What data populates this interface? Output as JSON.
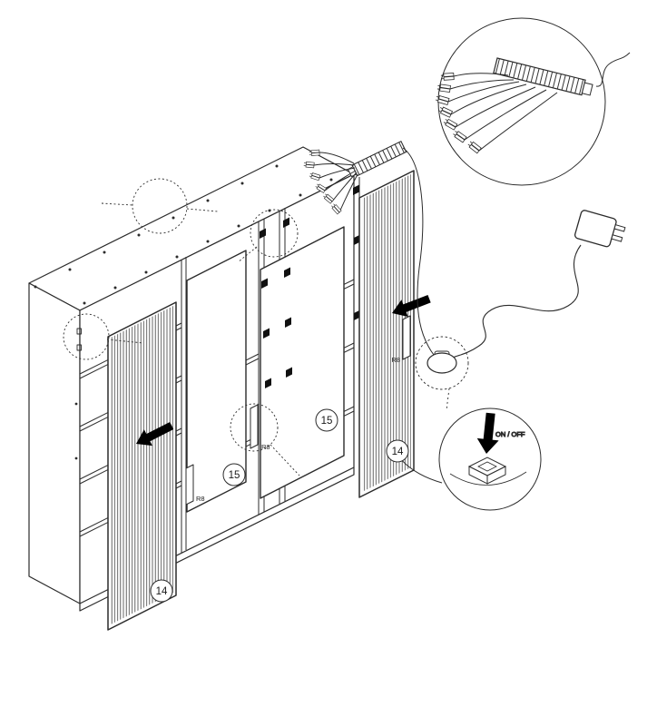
{
  "diagram": {
    "kind": "furniture-assembly-instruction-step",
    "callouts": {
      "door_inner_left": "15",
      "door_inner_right": "15",
      "door_slatted_left": "14",
      "door_slatted_right": "14"
    },
    "labels": {
      "handle_left": "R8",
      "handle_middle": "R8",
      "handle_right": "R8",
      "switch": "ON / OFF"
    },
    "colors": {
      "line": "#2b2b2b",
      "arrow": "#000000",
      "paper": "#ffffff"
    }
  }
}
